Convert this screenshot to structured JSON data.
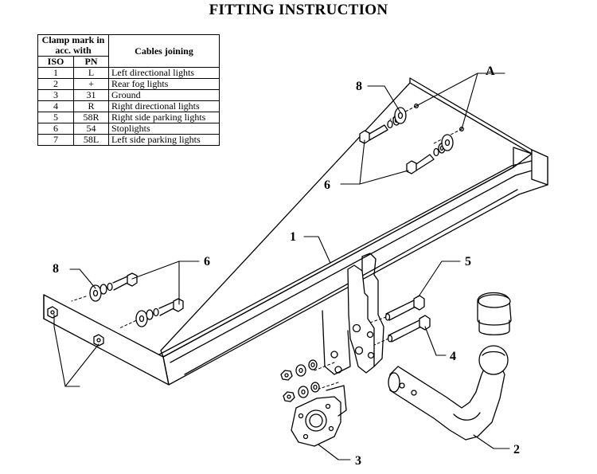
{
  "title": "FITTING INSTRUCTION",
  "table": {
    "col_clamp": "Clamp mark in acc. with",
    "col_iso": "ISO",
    "col_pn": "PN",
    "col_cables": "Cables joining",
    "rows": [
      {
        "iso": "1",
        "pn": "L",
        "cable": "Left directional lights"
      },
      {
        "iso": "2",
        "pn": "+",
        "cable": "Rear fog lights"
      },
      {
        "iso": "3",
        "pn": "31",
        "cable": "Ground"
      },
      {
        "iso": "4",
        "pn": "R",
        "cable": "Right directional lights"
      },
      {
        "iso": "5",
        "pn": "58R",
        "cable": "Right side parking lights"
      },
      {
        "iso": "6",
        "pn": "54",
        "cable": "Stoplights"
      },
      {
        "iso": "7",
        "pn": "58L",
        "cable": "Left side parking lights"
      }
    ]
  },
  "callouts": {
    "a": "A",
    "n8_top": "8",
    "n6_top": "6",
    "n1": "1",
    "n8_left": "8",
    "n6_left": "6",
    "n5": "5",
    "n4": "4",
    "n3": "3",
    "n2": "2"
  }
}
